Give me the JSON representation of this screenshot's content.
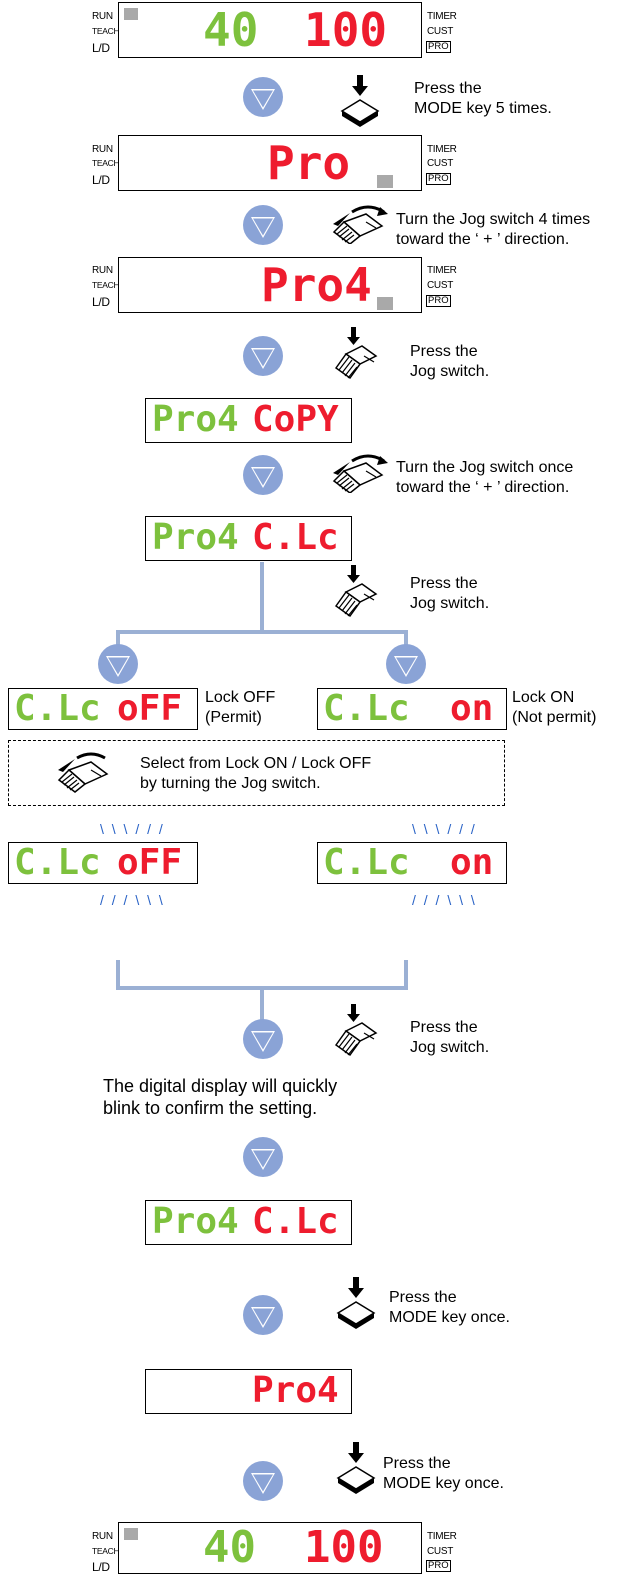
{
  "indicators": {
    "run": "RUN",
    "teach": "TEACH",
    "ld": "L/D",
    "timer": "TIMER",
    "cust": "CUST",
    "pro": "PRO"
  },
  "displays": {
    "d1": {
      "left": "40",
      "right": "100"
    },
    "d2": {
      "right": "Pro"
    },
    "d3": {
      "right": "Pro4"
    },
    "d4": {
      "left": "Pro4",
      "right": "CoPY"
    },
    "d5": {
      "left": "Pro4",
      "right": "C.Lc"
    },
    "off_panel": {
      "left": "C.Lc",
      "right": "oFF"
    },
    "on_panel": {
      "left": "C.Lc",
      "right": "on"
    },
    "off_blink": {
      "left": "C.Lc",
      "right": "oFF"
    },
    "on_blink": {
      "left": "C.Lc",
      "right": "on"
    },
    "d6": {
      "left": "Pro4",
      "right": "C.Lc"
    },
    "d7": {
      "right": "Pro4"
    },
    "d8": {
      "left": "40",
      "right": "100"
    }
  },
  "steps": {
    "s1": "Press the\nMODE key 5 times.",
    "s2": "Turn the Jog switch 4 times\ntoward the ‘ + ’ direction.",
    "s3": "Press the\nJog switch.",
    "s4": "Turn the Jog switch once\ntoward the ‘ + ’ direction.",
    "s5": "Press the\nJog switch.",
    "lock_off": "Lock OFF\n(Permit)",
    "lock_on": "Lock ON\n(Not permit)",
    "select": "Select from Lock ON / Lock OFF\nby turning the Jog switch.",
    "s6": "Press the\nJog switch.",
    "blink_note": "The digital display will quickly\nblink to confirm the setting.",
    "s7": "Press the\nMODE key once.",
    "s8": "Press the\nMODE key once."
  },
  "colors": {
    "green_segment": "#7dc13d",
    "red_segment": "#ee1c2e",
    "flow_line": "#9bb0d4",
    "arrow_fill": "#8aa3d6",
    "blink_marks": "#2a63c6"
  }
}
